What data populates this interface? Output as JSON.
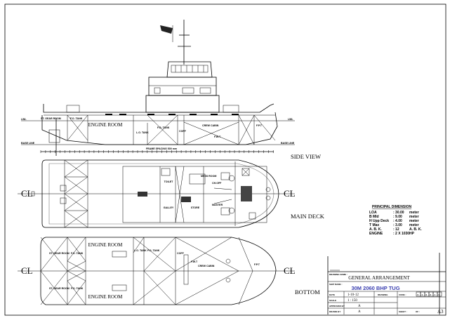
{
  "views": {
    "side_view": "SIDE VIEW",
    "main_deck": "MAIN DECK",
    "bottom": "BOTTOM",
    "centerline": "CL"
  },
  "side_view": {
    "lwl": "LWL",
    "base_line": "BASE LINE",
    "frame_spacing": "FRAME SPACING 500 mm",
    "rooms": {
      "st_gear_room": "ST. GEAR ROOM",
      "fo_tank_aft": "F.O. TANK",
      "engine_room": "ENGINE ROOM",
      "lo_tank": "L.O. TANK",
      "fo_tank_mid": "F.O. TANK",
      "coff": "COFF",
      "crew_cabin": "CREW CABIN",
      "fwt": "F.W.T",
      "fpt": "F.P.T"
    }
  },
  "main_deck": {
    "toilet": "TOILET",
    "galley": "GALLEY",
    "store": "STORE",
    "mess_room": "MESS ROOM",
    "ch_off": "CH.OFF",
    "master": "MASTER"
  },
  "bottom_plan": {
    "st_gear_room": "ST. GEAR ROOM",
    "fo_tank": "F.O. TANK",
    "engine_room": "ENGINE ROOM",
    "lo_tank": "L.O. TANK",
    "coff": "COFF",
    "crew_cabin": "CREW CABIN",
    "fwt": "F.W.T",
    "fpt": "F.P.T"
  },
  "principal_dimension": {
    "title": "PRINCIPAL DIMENSION",
    "rows": [
      {
        "label": "LOA",
        "value": ": 30.00",
        "unit": "meter"
      },
      {
        "label": "B Mld",
        "value": ": 9.00",
        "unit": "meter"
      },
      {
        "label": "H Upp Deck",
        "value": ": 4.00",
        "unit": "meter"
      },
      {
        "label": "T Max",
        "value": ": 3.00",
        "unit": "meter"
      },
      {
        "label": "A. B. K.",
        "value": ": 12",
        "unit": "A. B. K."
      },
      {
        "label": "ENGINE",
        "value": ": 2 X 1030",
        "unit": "HP"
      }
    ]
  },
  "title_block": {
    "drawing_name_label": "DRAWING NAME :",
    "drawing_name": "GENERAL ARRANGEMENT",
    "ship_name_label": "SHIP NAME :",
    "ship_name": "30M 2060 BHP TUG",
    "date_label": "DATE",
    "date": "1-10-12",
    "scale_label": "SCALE",
    "scale": "1 : 150",
    "approved_label": "APPROVED BY",
    "approved": "A",
    "drawn_label": "DRAWN BY",
    "drawn": "A",
    "drawing_no_label": "DRAWING",
    "code_label": "CODE :",
    "code_digits": [
      "0",
      "1",
      "0",
      "0",
      "1",
      "0"
    ],
    "sheet_label": "SHEET :",
    "of_label": "OF :",
    "paper_size": "A3",
    "ship_name_color": "#3a3fb0"
  }
}
